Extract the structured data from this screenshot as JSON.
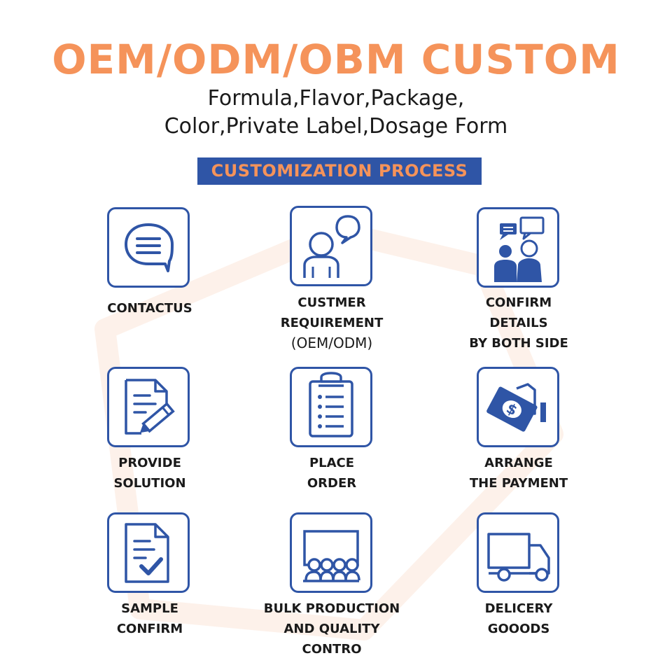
{
  "header": {
    "title": "OEM/ODM/OBM CUSTOM",
    "subtitle_line1": "Formula,Flavor,Package,",
    "subtitle_line2": "Color,Private Label,Dosage Form",
    "banner": "CUSTOMIZATION PROCESS"
  },
  "colors": {
    "accent": "#f5935a",
    "brand_blue": "#2f55a6",
    "text": "#1a1a1a"
  },
  "steps": [
    {
      "icon": "chat-bubble-icon",
      "lines": [
        "CONTACTUS"
      ]
    },
    {
      "icon": "customer-speech-icon",
      "lines": [
        "CUSTMER",
        "REQUIREMENT",
        "(OEM/ODM)"
      ]
    },
    {
      "icon": "two-people-discussion-icon",
      "lines": [
        "CONFIRM",
        "DETAILS",
        "BY BOTH SIDE"
      ]
    },
    {
      "icon": "document-pencil-icon",
      "lines": [
        "PROVIDE",
        "SOLUTION"
      ]
    },
    {
      "icon": "clipboard-list-icon",
      "lines": [
        "PLACE",
        "ORDER"
      ]
    },
    {
      "icon": "money-payment-icon",
      "lines": [
        "ARRANGE",
        "THE PAYMENT"
      ]
    },
    {
      "icon": "document-check-icon",
      "lines": [
        "SAMPLE",
        "CONFIRM"
      ]
    },
    {
      "icon": "production-line-icon",
      "lines": [
        "BULK PRODUCTION",
        "AND QUALITY",
        "CONTRO"
      ]
    },
    {
      "icon": "delivery-truck-icon",
      "lines": [
        "DELICERY",
        "GOOODS"
      ]
    }
  ]
}
